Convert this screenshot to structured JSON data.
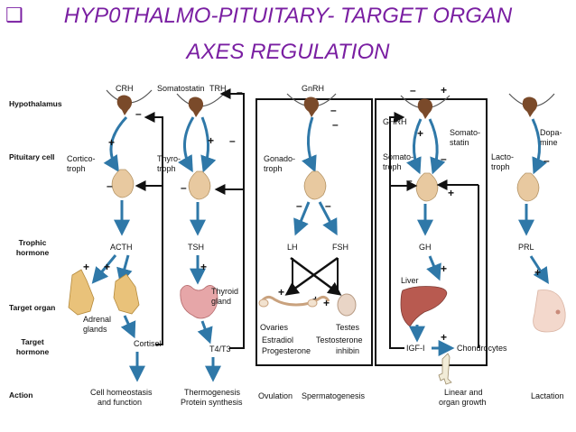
{
  "title": {
    "line1": "HYP0THALMO-PITUITARY- TARGET ORGAN",
    "line2": "AXES REGULATION",
    "color": "#7a1fa2"
  },
  "rows": {
    "hypothalamus": "Hypothalamus",
    "pituitary": "Pituitary cell",
    "trophic1": "Trophic",
    "trophic2": "hormone",
    "target_organ": "Target organ",
    "target_h1": "Target",
    "target_h2": "hormone",
    "action": "Action"
  },
  "axes": {
    "adrenal": {
      "releasing": "CRH",
      "cell1": "Cortico-",
      "cell2": "troph",
      "trophic": "ACTH",
      "organ1": "Adrenal",
      "organ2": "glands",
      "target_hormone": "Cortisol",
      "action1": "Cell homeostasis",
      "action2": "and function"
    },
    "thyroid": {
      "inhib": "Somatostatin",
      "releasing": "TRH",
      "cell1": "Thyro-",
      "cell2": "troph",
      "trophic": "TSH",
      "organ1": "Thyroid",
      "organ2": "gland",
      "target_hormone": "T4/T3",
      "action1": "Thermogenesis",
      "action2": "Protein synthesis"
    },
    "gonadal": {
      "releasing": "GnRH",
      "cell1": "Gonado-",
      "cell2": "troph",
      "lh": "LH",
      "fsh": "FSH",
      "ovaries": "Ovaries",
      "testes": "Testes",
      "estradiol": "Estradiol",
      "progesterone": "Progesterone",
      "testosterone": "Testosterone",
      "inhibin": "inhibin",
      "action_ov": "Ovulation",
      "action_sp": "Spermatogenesis"
    },
    "growth": {
      "releasing": "GHRH",
      "inhib1": "Somato-",
      "inhib2": "statin",
      "cell1": "Somato-",
      "cell2": "troph",
      "trophic": "GH",
      "organ": "Liver",
      "target_hormone": "IGF-I",
      "chondro": "Chondrocytes",
      "action1": "Linear and",
      "action2": "organ growth"
    },
    "prolactin": {
      "inhib1": "Dopa-",
      "inhib2": "mine",
      "cell1": "Lacto-",
      "cell2": "troph",
      "trophic": "PRL",
      "action": "Lactation"
    }
  },
  "signs": {
    "plus": "+",
    "minus": "–"
  },
  "colors": {
    "arrow": "#2f78a8",
    "hypothalamus": "#7a4a2a",
    "pituitary": "#e8c9a0",
    "adrenal": "#e9c27a",
    "thyroid": "#e6a6a8",
    "liver": "#b85a50",
    "breast": "#f3d8cc"
  }
}
